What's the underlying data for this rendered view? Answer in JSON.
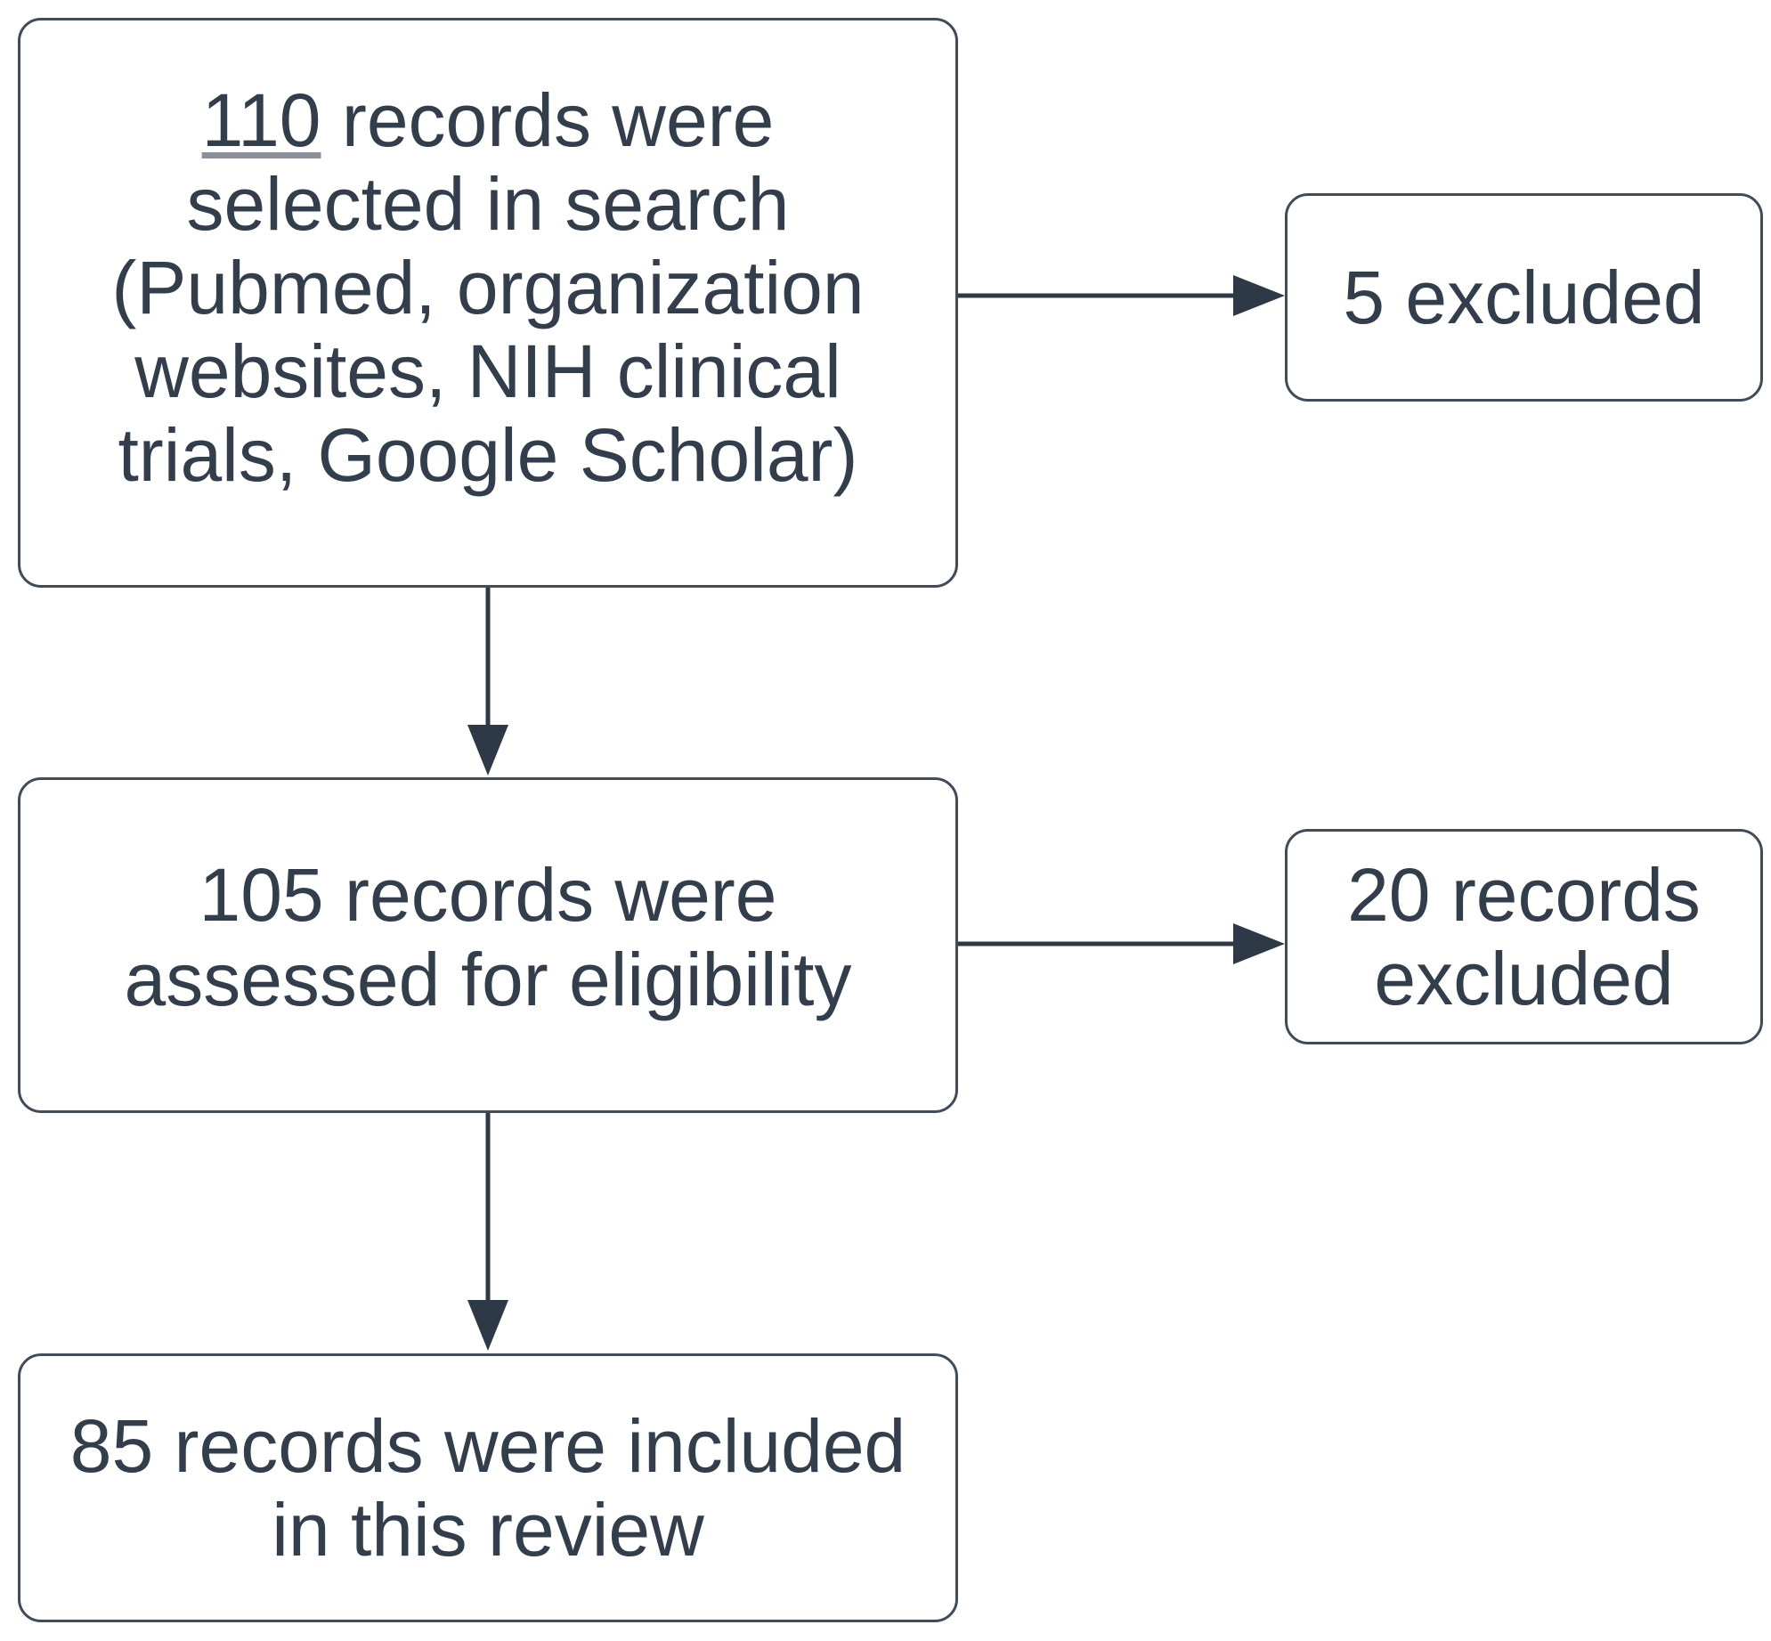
{
  "diagram": {
    "type": "flowchart",
    "description": "Study selection flow diagram (records screening for a review)",
    "nodes": {
      "search": {
        "count": "110",
        "rest": " records were\nselected in search\n(Pubmed, organization\nwebsites, NIH clinical\ntrials, Google Scholar)"
      },
      "excluded_first": {
        "label": "5 excluded"
      },
      "assessed": {
        "label": "105 records were\nassessed for eligibility"
      },
      "excluded_second": {
        "label": "20 records\nexcluded"
      },
      "included": {
        "label": "85 records were included\nin this review"
      }
    },
    "colors": {
      "background": "#ffffff",
      "text": "#333e4d",
      "box_border": "#414c5b",
      "box_fill": "#ffffff",
      "arrow": "#2e3947",
      "count_underline": "#8b919c"
    }
  }
}
